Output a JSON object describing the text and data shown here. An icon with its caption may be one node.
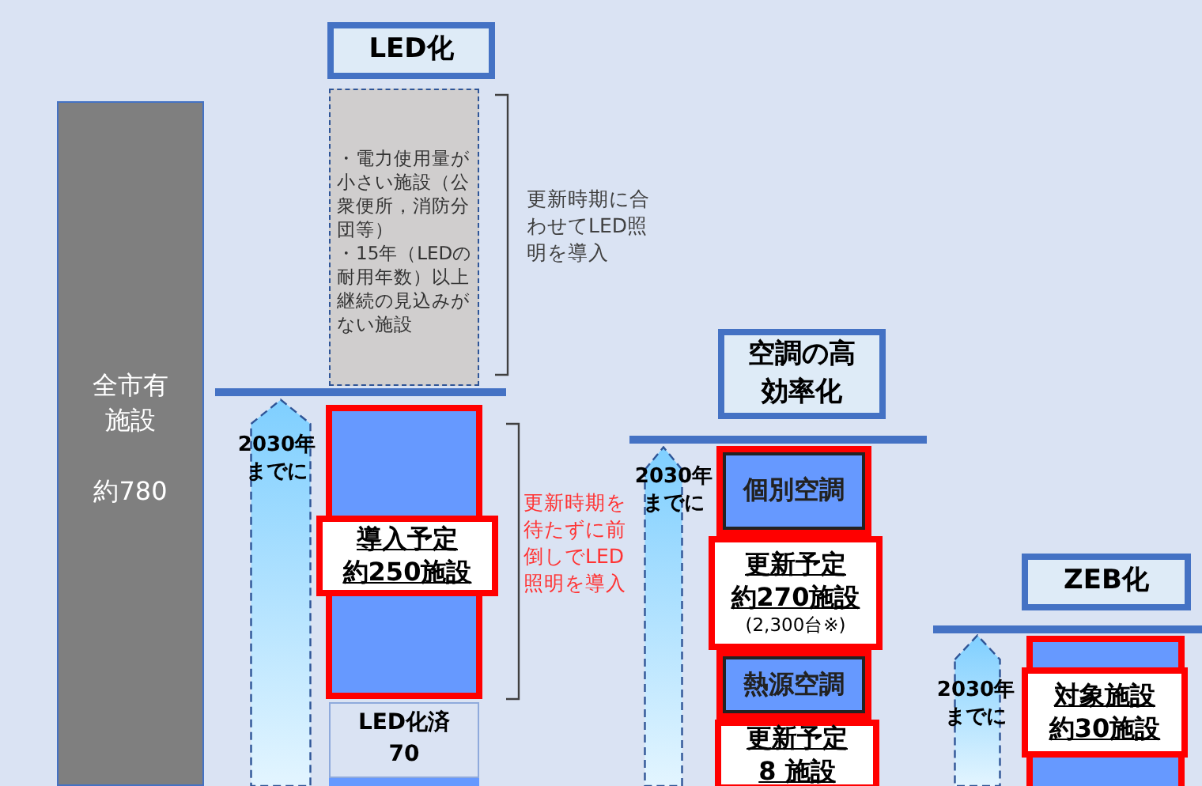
{
  "diagram": {
    "nodes": [
      {
        "text": [
          "全市有施設",
          "約780"
        ]
      },
      {
        "text": [
          "LED化"
        ]
      },
      {
        "text": [
          "・電力使用量が小さい施設（公衆便所，消防分団等）",
          "・15年（LEDの耐用年数）以上継続の見込みがない施設"
        ]
      },
      {
        "text": [
          "2030年までに"
        ]
      },
      {
        "text": [],
        "shape": "bar"
      },
      {
        "text": [
          "導入予定",
          "約250施設"
        ]
      },
      {
        "text": [],
        "shape": "bar"
      },
      {
        "text": [
          "LED化済",
          "70"
        ]
      },
      {
        "text": [
          "空調の高効率化"
        ]
      },
      {
        "text": [
          "2030年までに"
        ]
      },
      {
        "text": [
          "個別空調"
        ]
      },
      {
        "text": [
          "更新予定",
          "約270施設",
          "(2,300台※)"
        ]
      },
      {
        "text": [
          "熱源空調"
        ]
      },
      {
        "text": [
          "更新予定",
          "8 施設"
        ]
      },
      {
        "text": [
          "ZEB化"
        ]
      },
      {
        "text": [
          "2030年までに"
        ]
      },
      {
        "text": [],
        "shape": "bar"
      },
      {
        "text": [
          "対象施設",
          "約30施設"
        ]
      },
      {
        "text": [],
        "shape": "bar"
      }
    ],
    "labels": [
      "更新時期に合わせてLED照明を導入",
      "更新時期を待たずに前倒しでLED照明を導入"
    ]
  }
}
